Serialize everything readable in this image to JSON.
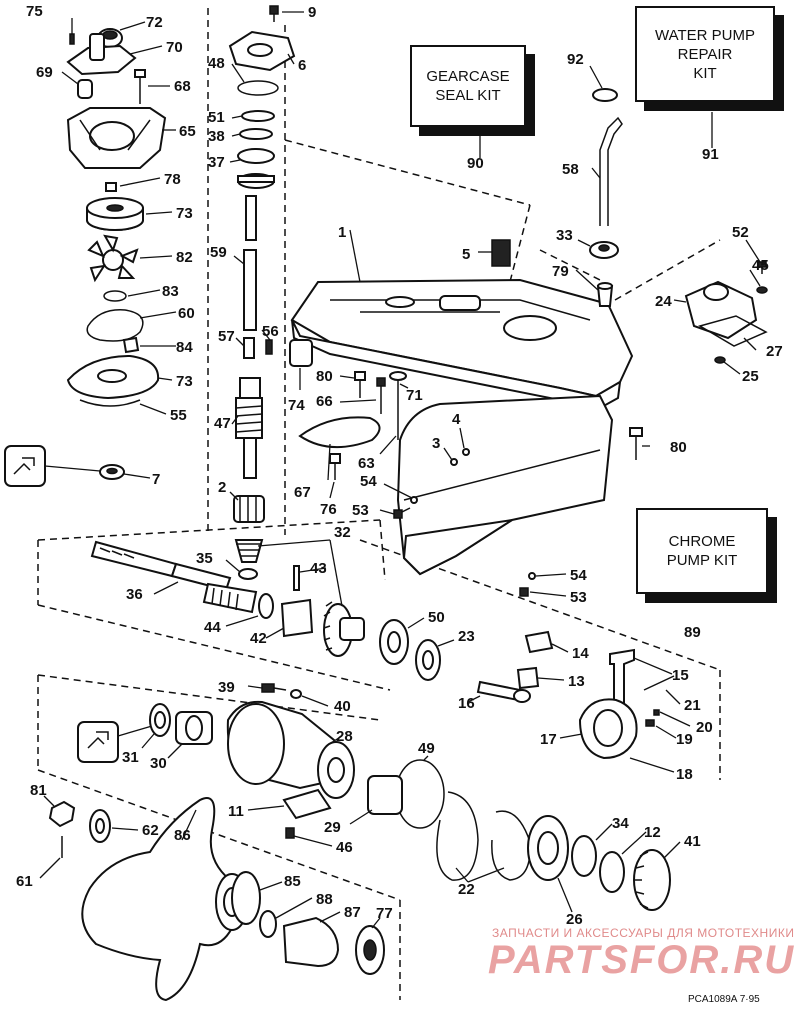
{
  "kits": {
    "gearcase_seal": {
      "line1": "GEARCASE",
      "line2": "SEAL KIT"
    },
    "water_pump": {
      "line1": "WATER PUMP",
      "line2": "REPAIR",
      "line3": "KIT"
    },
    "chrome_pump": {
      "line1": "CHROME",
      "line2": "PUMP KIT"
    }
  },
  "callouts": [
    "75",
    "72",
    "70",
    "69",
    "68",
    "65",
    "78",
    "73",
    "82",
    "83",
    "60",
    "84",
    "73",
    "55",
    "7",
    "9",
    "6",
    "48",
    "51",
    "38",
    "37",
    "59",
    "57",
    "56",
    "47",
    "2",
    "35",
    "36",
    "44",
    "42",
    "43",
    "32",
    "1",
    "5",
    "90",
    "91",
    "92",
    "58",
    "33",
    "79",
    "52",
    "45",
    "24",
    "27",
    "25",
    "80",
    "74",
    "66",
    "71",
    "67",
    "76",
    "4",
    "3",
    "63",
    "80",
    "54",
    "53",
    "54",
    "53",
    "89",
    "50",
    "23",
    "14",
    "15",
    "13",
    "21",
    "16",
    "20",
    "17",
    "19",
    "18",
    "39",
    "40",
    "31",
    "30",
    "28",
    "49",
    "11",
    "29",
    "46",
    "81",
    "62",
    "86",
    "61",
    "85",
    "88",
    "87",
    "77",
    "22",
    "26",
    "34",
    "12",
    "41"
  ],
  "watermark": {
    "text": "ЗАПЧАСТИ И АКСЕССУАРЫ ДЛЯ МОТОТЕХНИКИ",
    "brand": "PARTSFOR.RU"
  },
  "figure_code": "PCA1089A  7·95"
}
